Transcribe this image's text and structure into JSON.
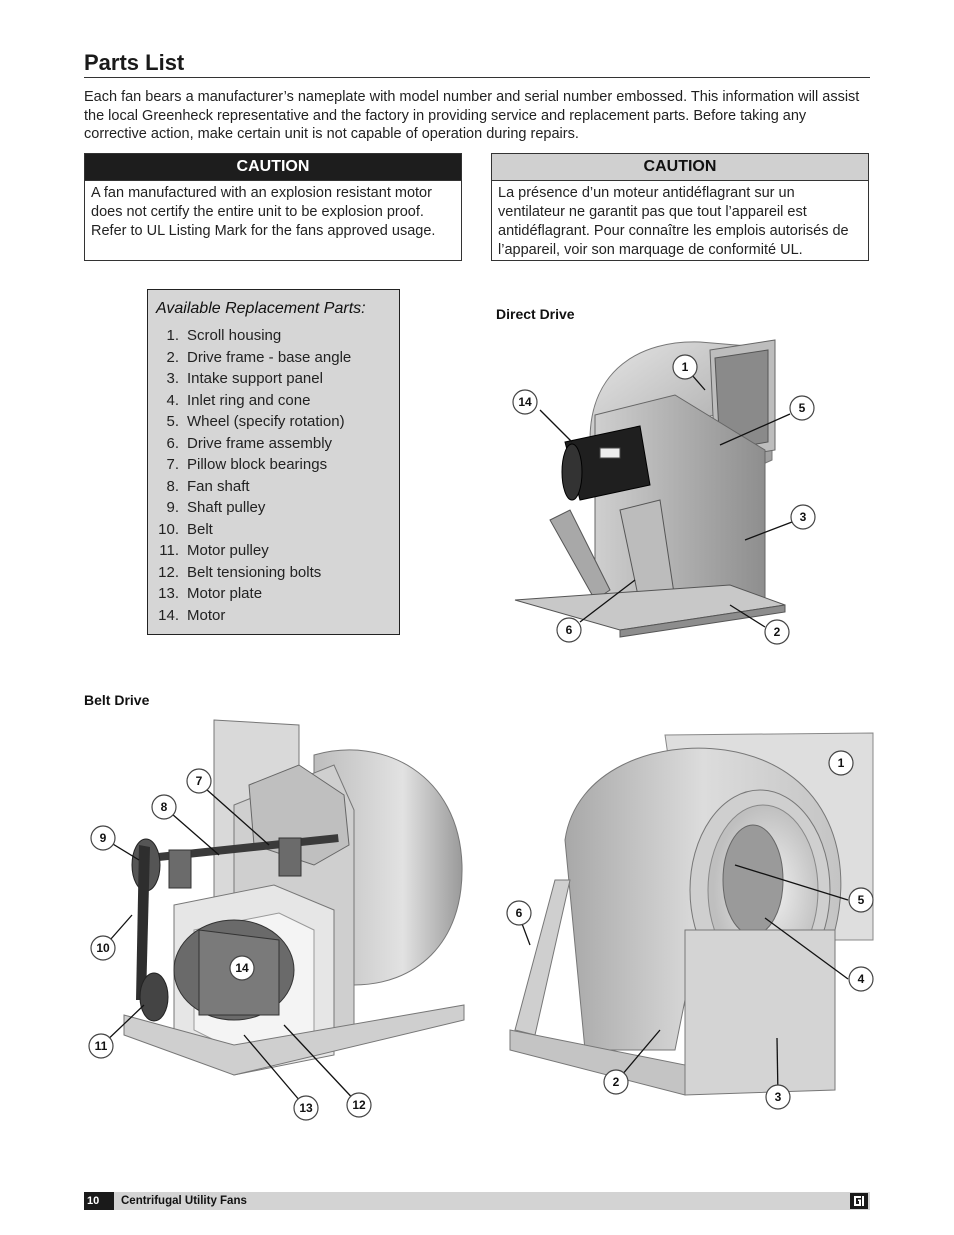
{
  "title": "Parts List",
  "intro": "Each fan bears a manufacturer’s nameplate with model number and serial number embossed. This information will assist the local Greenheck representative and the factory in providing service and replacement parts. Before taking any corrective action, make certain unit is not capable of operation during repairs.",
  "caution_en": {
    "heading": "CAUTION",
    "text": "A fan manufactured with an explosion resistant motor does not certify the entire unit to be explosion proof. Refer to UL Listing Mark for the fans approved usage."
  },
  "caution_fr": {
    "heading": "CAUTION",
    "text": "La présence d’un moteur antidéflagrant sur un ventilateur ne garantit pas que tout l’appareil est antidéflagrant. Pour connaître les emplois autorisés de l’appareil, voir son marquage de conformité UL."
  },
  "parts": {
    "title": "Available Replacement Parts:",
    "items": [
      {
        "num": "1.",
        "label": "Scroll housing"
      },
      {
        "num": "2.",
        "label": "Drive frame - base angle"
      },
      {
        "num": "3.",
        "label": "Intake support panel"
      },
      {
        "num": "4.",
        "label": "Inlet ring and cone"
      },
      {
        "num": "5.",
        "label": "Wheel (specify rotation)"
      },
      {
        "num": "6.",
        "label": "Drive frame assembly"
      },
      {
        "num": "7.",
        "label": "Pillow block bearings"
      },
      {
        "num": "8.",
        "label": "Fan shaft"
      },
      {
        "num": "9.",
        "label": "Shaft pulley"
      },
      {
        "num": "10.",
        "label": "Belt"
      },
      {
        "num": "11.",
        "label": "Motor pulley"
      },
      {
        "num": "12.",
        "label": "Belt tensioning bolts"
      },
      {
        "num": "13.",
        "label": "Motor plate"
      },
      {
        "num": "14.",
        "label": "Motor"
      }
    ]
  },
  "direct_drive": {
    "label": "Direct Drive",
    "callouts": [
      "1",
      "14",
      "5",
      "3",
      "6",
      "2"
    ]
  },
  "belt_drive": {
    "label": "Belt Drive",
    "callouts_left": [
      "7",
      "8",
      "9",
      "10",
      "14",
      "11",
      "13",
      "12"
    ],
    "callouts_right": [
      "1",
      "5",
      "6",
      "4",
      "2",
      "3"
    ]
  },
  "footer": {
    "page": "10",
    "text": "Centrifugal Utility Fans"
  },
  "colors": {
    "caution_en_header": "#1d1d1d",
    "caution_fr_header": "#d0d0d0",
    "parts_box": "#d6d6d6",
    "footer_bar": "#d3d3d3"
  }
}
